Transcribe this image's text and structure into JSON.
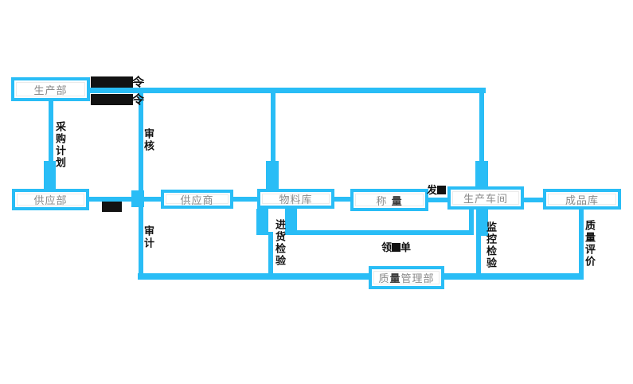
{
  "diagram_title": "",
  "accent_color": "#29bdf6",
  "redaction_color": "#121212",
  "node_text_color": "#8a8a8a",
  "boxes": {
    "production_dept": "生产部",
    "supply_dept": "供应部",
    "supplier": "供应商",
    "material_store": "物料库",
    "weighing_parts": [
      "称 ",
      "量"
    ],
    "workshop": "生产车间",
    "finished_store": "成品库",
    "qa_parts": [
      "质",
      "量",
      "管理部"
    ]
  },
  "labels": {
    "order_suffix_1": "令",
    "order_suffix_2": "令",
    "purchase_plan": "采购计划",
    "review": "审核",
    "audit": "审计",
    "incoming_inspection": "进货检验",
    "monitor_inspection": "监控检验",
    "quality_evaluation": "质量评价",
    "issue_prefix": "发",
    "requisition_prefix": "领",
    "requisition_suffix": "单"
  }
}
